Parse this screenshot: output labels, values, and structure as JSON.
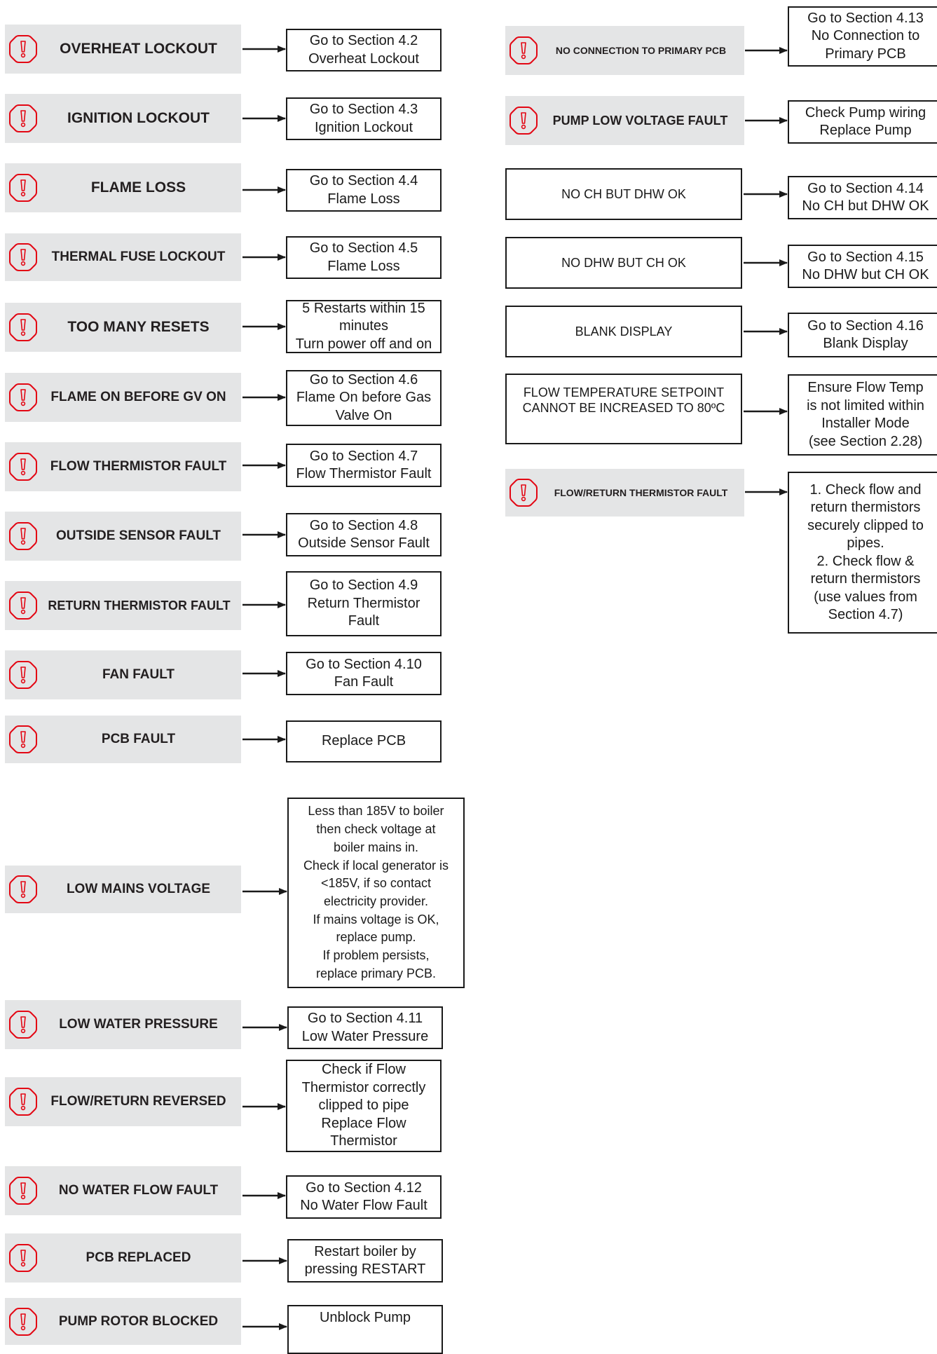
{
  "colors": {
    "fault_bg": "#e4e5e6",
    "icon": "#e30613",
    "line": "#1a1a1a"
  },
  "icon_name": "warning-icon",
  "left_column": [
    {
      "fault": "OVERHEAT LOCKOUT",
      "action": "Go to Section 4.2\nOverheat Lockout"
    },
    {
      "fault": "IGNITION LOCKOUT",
      "action": "Go to Section 4.3\nIgnition Lockout"
    },
    {
      "fault": "FLAME LOSS",
      "action": "Go to Section 4.4\nFlame Loss"
    },
    {
      "fault": "THERMAL FUSE LOCKOUT",
      "action": "Go to Section 4.5\nFlame Loss"
    },
    {
      "fault": "TOO MANY RESETS",
      "action": "5 Restarts within 15\nminutes\nTurn power off and on"
    },
    {
      "fault": "FLAME ON BEFORE GV ON",
      "action": "Go to Section 4.6\nFlame On before Gas\nValve On"
    },
    {
      "fault": "FLOW THERMISTOR FAULT",
      "action": "Go to Section 4.7\nFlow Thermistor Fault"
    },
    {
      "fault": "OUTSIDE SENSOR FAULT",
      "action": "Go to Section 4.8\nOutside Sensor Fault"
    },
    {
      "fault": "RETURN THERMISTOR FAULT",
      "action": "Go to Section 4.9\nReturn Thermistor\nFault"
    },
    {
      "fault": "FAN FAULT",
      "action": "Go to Section 4.10\nFan Fault"
    },
    {
      "fault": "PCB FAULT",
      "action": "Replace PCB"
    },
    {
      "fault": "LOW MAINS VOLTAGE",
      "action": "Less than 185V to boiler\nthen check voltage at\nboiler mains in.\nCheck if local generator is\n<185V, if so contact\nelectricity provider.\nIf mains voltage is OK,\nreplace pump.\nIf problem persists,\nreplace primary PCB."
    },
    {
      "fault": "LOW WATER PRESSURE",
      "action": "Go to Section 4.11\nLow Water Pressure"
    },
    {
      "fault": "FLOW/RETURN REVERSED",
      "action": "Check if Flow\nThermistor correctly\nclipped to pipe\nReplace Flow\nThermistor"
    },
    {
      "fault": "NO WATER FLOW FAULT",
      "action": "Go to Section 4.12\nNo Water Flow Fault"
    },
    {
      "fault": "PCB REPLACED",
      "action": "Restart boiler by\npressing RESTART"
    },
    {
      "fault": "PUMP ROTOR BLOCKED",
      "action": "Unblock Pump"
    }
  ],
  "right_column": [
    {
      "fault": "NO CONNECTION TO PRIMARY PCB",
      "action": "Go to Section 4.13\nNo Connection to\nPrimary PCB"
    },
    {
      "fault": "PUMP LOW VOLTAGE FAULT",
      "action": "Check Pump wiring\nReplace Pump"
    },
    {
      "fault": "NO CH BUT DHW OK",
      "action": "Go to Section 4.14\nNo CH but DHW OK"
    },
    {
      "fault": "NO DHW BUT CH OK",
      "action": "Go to Section 4.15\nNo DHW but CH OK"
    },
    {
      "fault": "BLANK DISPLAY",
      "action": "Go to Section 4.16\nBlank Display"
    },
    {
      "fault": "FLOW TEMPERATURE SETPOINT\nCANNOT BE INCREASED TO 80ºC",
      "action": "Ensure Flow Temp\nis not limited within\nInstaller Mode\n(see Section 2.28)"
    },
    {
      "fault": "FLOW/RETURN THERMISTOR FAULT",
      "action": "1. Check flow and\nreturn thermistors\nsecurely clipped to\npipes.\n2. Check flow &\nreturn thermistors\n(use values from\nSection 4.7)"
    }
  ]
}
